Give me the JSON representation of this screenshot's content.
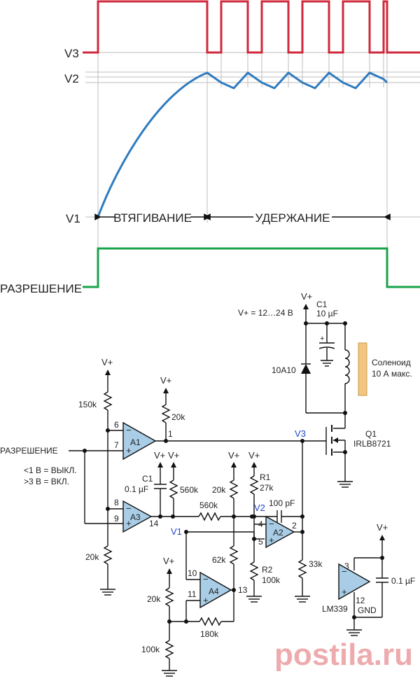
{
  "timing": {
    "signals": {
      "v3": "V3",
      "v2": "V2",
      "v1": "V1",
      "enable": "РАЗРЕШЕНИЕ"
    },
    "phases": {
      "pull_in": "ВТЯГИВАНИЕ",
      "hold": "УДЕРЖАНИЕ"
    },
    "colors": {
      "v3": "#d0283b",
      "v2": "#2f7bbf",
      "enable": "#18a34a",
      "grid": "#bdbdbd"
    }
  },
  "schematic": {
    "supply_label": "V+ = 12…24 В",
    "vplus": "V+",
    "c1_top": {
      "name": "C1",
      "value": "10 µF"
    },
    "diode": "10A10",
    "solenoid": {
      "line1": "Соленоид",
      "line2": "10 А макс."
    },
    "q1": {
      "name": "Q1",
      "part": "IRLB8721"
    },
    "enable_input": "РАЗРЕШЕНИЕ",
    "enable_note1": "<1 В = ВЫКЛ.",
    "enable_note2": ">3 В = ВКЛ.",
    "nodes": {
      "v1": "V1",
      "v2": "V2",
      "v3": "V3"
    },
    "amps": {
      "a1": "A1",
      "a2": "A2",
      "a3": "A3",
      "a4": "A4"
    },
    "resistors": {
      "r150k": "150k",
      "r20k_a1": "20k",
      "r20k_bot": "20k",
      "r560k_v": "560k",
      "r560k_h": "560k",
      "r20k_mid": "20k",
      "r62k": "62k",
      "r1_name": "R1",
      "r1_val": "27k",
      "r2_name": "R2",
      "r2_val": "100k",
      "r33k": "33k",
      "r20k_a4": "20k",
      "r100k": "100k",
      "r180k": "180k"
    },
    "caps": {
      "c1_name": "C1",
      "c1_val": "0.1 µF",
      "c100p": "100 pF",
      "c_dec": "0.1 µF"
    },
    "pins": {
      "p6": "6",
      "p7": "7",
      "p1": "1",
      "p8": "8",
      "p9": "9",
      "p14": "14",
      "p4": "4",
      "p5": "5",
      "p2": "2",
      "p10": "10",
      "p11": "11",
      "p13": "13",
      "p3": "3",
      "p12": "12"
    },
    "ic": {
      "part": "LM339",
      "gnd": "GND"
    }
  },
  "watermark": "postila.ru"
}
